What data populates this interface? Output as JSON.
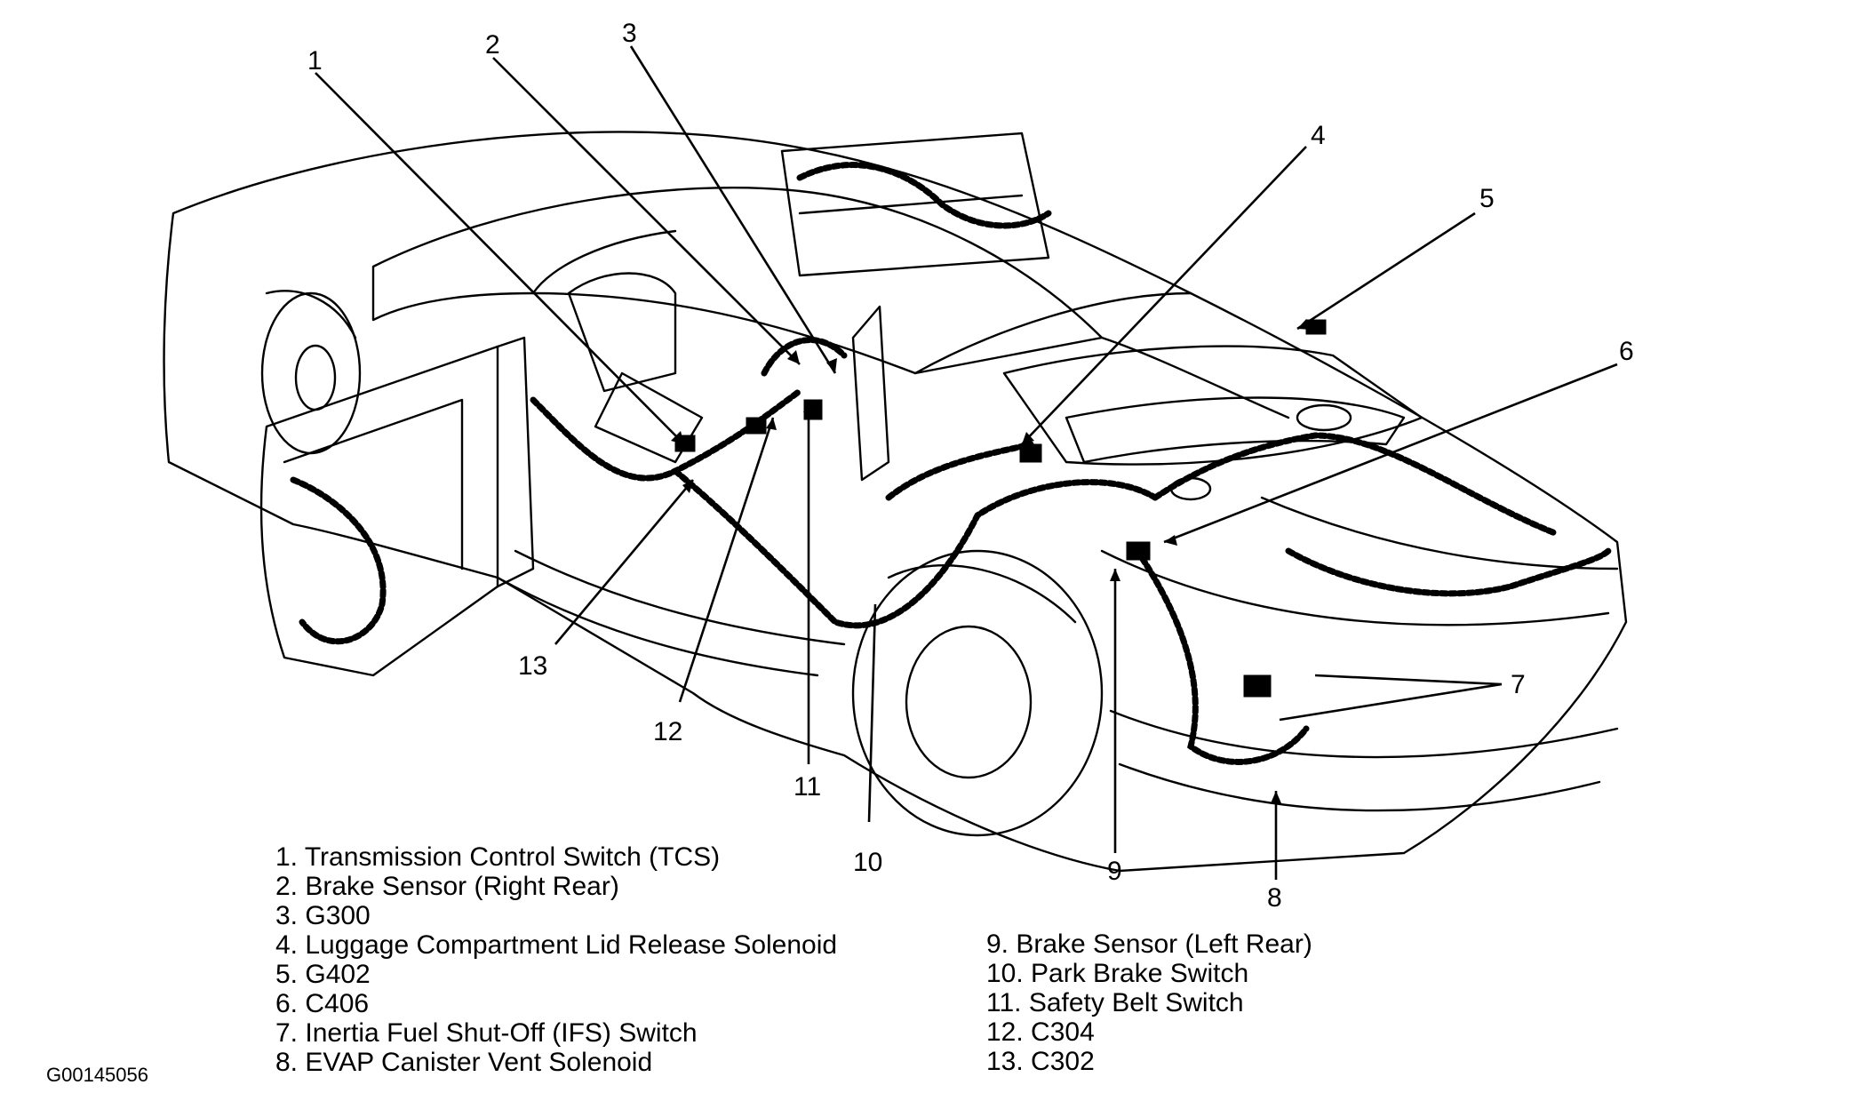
{
  "callout_numbers": [
    "1",
    "2",
    "3",
    "4",
    "5",
    "6",
    "7",
    "8",
    "9",
    "10",
    "11",
    "12",
    "13"
  ],
  "legend": [
    "1. Transmission Control Switch (TCS)",
    "2. Brake Sensor (Right Rear)",
    "3. G300",
    "4. Luggage Compartment Lid Release Solenoid",
    "5. G402",
    "6. C406",
    "7. Inertia Fuel Shut-Off (IFS) Switch",
    "8. EVAP Canister Vent Solenoid",
    "9. Brake Sensor (Left Rear)",
    "10. Park Brake Switch",
    "11. Safety Belt Switch",
    "12. C304",
    "13. C302"
  ],
  "figure_id": "G00145056",
  "colors": {
    "ink": "#000000",
    "paper": "#ffffff"
  }
}
